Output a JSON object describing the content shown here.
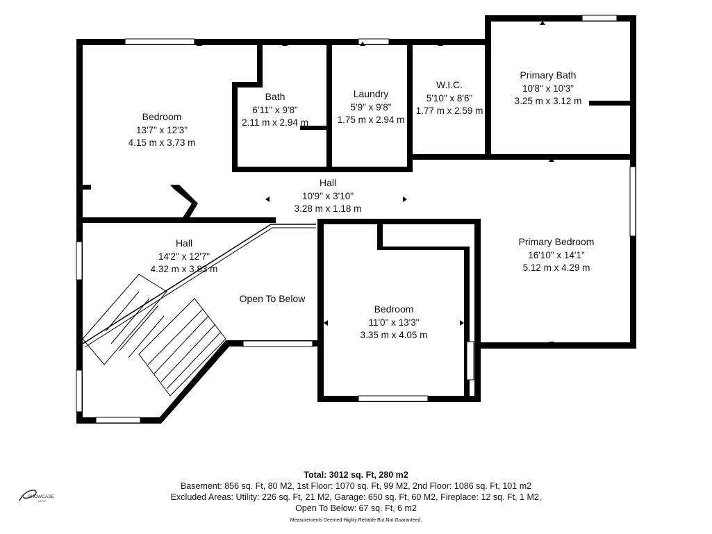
{
  "rooms": [
    {
      "id": "bedroom-nw",
      "name": "Bedroom",
      "dim_imperial": "13'7\" x 12'3\"",
      "dim_metric": "4.15 m x 3.73 m"
    },
    {
      "id": "bath",
      "name": "Bath",
      "dim_imperial": "6'11\" x 9'8\"",
      "dim_metric": "2.11 m x 2.94 m"
    },
    {
      "id": "laundry",
      "name": "Laundry",
      "dim_imperial": "5'9\" x 9'8\"",
      "dim_metric": "1.75 m x 2.94 m"
    },
    {
      "id": "wic",
      "name": "W.I.C.",
      "dim_imperial": "5'10\" x 8'6\"",
      "dim_metric": "1.77 m x 2.59 m"
    },
    {
      "id": "primary-bath",
      "name": "Primary Bath",
      "dim_imperial": "10'8\" x 10'3\"",
      "dim_metric": "3.25 m x 3.12 m"
    },
    {
      "id": "hall-upper",
      "name": "Hall",
      "dim_imperial": "10'9\" x 3'10\"",
      "dim_metric": "3.28 m x 1.18 m"
    },
    {
      "id": "hall-lower",
      "name": "Hall",
      "dim_imperial": "14'2\" x 12'7\"",
      "dim_metric": "4.32 m x 3.83 m"
    },
    {
      "id": "primary-bedroom",
      "name": "Primary Bedroom",
      "dim_imperial": "16'10\" x 14'1\"",
      "dim_metric": "5.12 m x 4.29 m"
    },
    {
      "id": "open-to-below",
      "name": "Open To Below",
      "dim_imperial": "",
      "dim_metric": ""
    },
    {
      "id": "bedroom-s",
      "name": "Bedroom",
      "dim_imperial": "11'0\" x 13'3\"",
      "dim_metric": "3.35 m x 4.05 m"
    }
  ],
  "summary": {
    "total": "Total: 3012 sq. Ft, 280 m2",
    "line1": "Basement: 856 sq. Ft, 80 M2, 1st Floor: 1070 sq. Ft, 99 M2, 2nd Floor: 1086 sq. Ft, 101 m2",
    "line2": "Excluded Areas: Utility: 226 sq. Ft, 21 M2, Garage: 650 sq. Ft, 60 M2, Fireplace: 12 sq. Ft, 1 M2,",
    "line3": "Open To Below: 67 sq. Ft, 6 m2",
    "disclaimer": "Measurements Deemed Highly Reliable But Not Guaranteed."
  },
  "logo": {
    "text": "SHOWCASE",
    "subtext": "MEDIA",
    "icon": "showcase-swoosh-icon"
  }
}
